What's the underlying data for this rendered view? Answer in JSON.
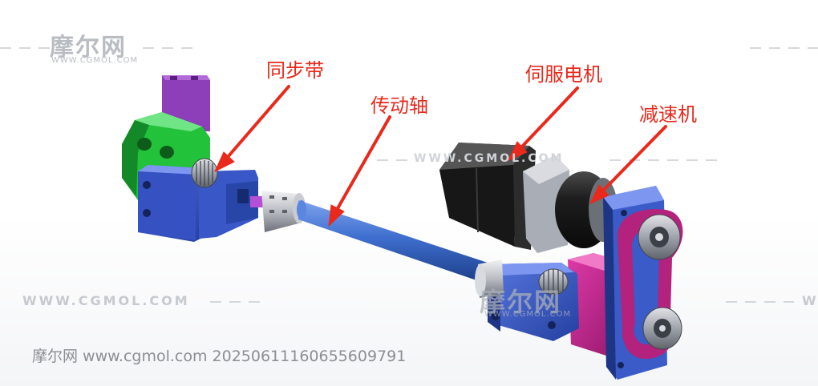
{
  "watermark": {
    "brand": "摩尔网",
    "brand_sub": "WWW.CGMOL.COM",
    "url_left": "WWW.CGMOL.COM",
    "url_mid": "WWW.CGMOL.COM",
    "url_right": "W",
    "center_brand": "摩尔网",
    "center_sub": "WWW.CGMOL.COM"
  },
  "labels": {
    "timing_belt": "同步带",
    "drive_shaft": "传动轴",
    "servo_motor": "伺服电机",
    "reducer": "减速机"
  },
  "footer": {
    "text": "摩尔网 www.cgmol.com 20250611160655609791"
  },
  "colors": {
    "arrow": "#e8291c",
    "block_blue": "#3b5bc8",
    "bracket_green": "#22c23a",
    "block_purple": "#8c3fb8",
    "block_magenta": "#c1208f",
    "shaft_blue": "#3f6fcf",
    "motor_black": "#1b1b1b"
  }
}
